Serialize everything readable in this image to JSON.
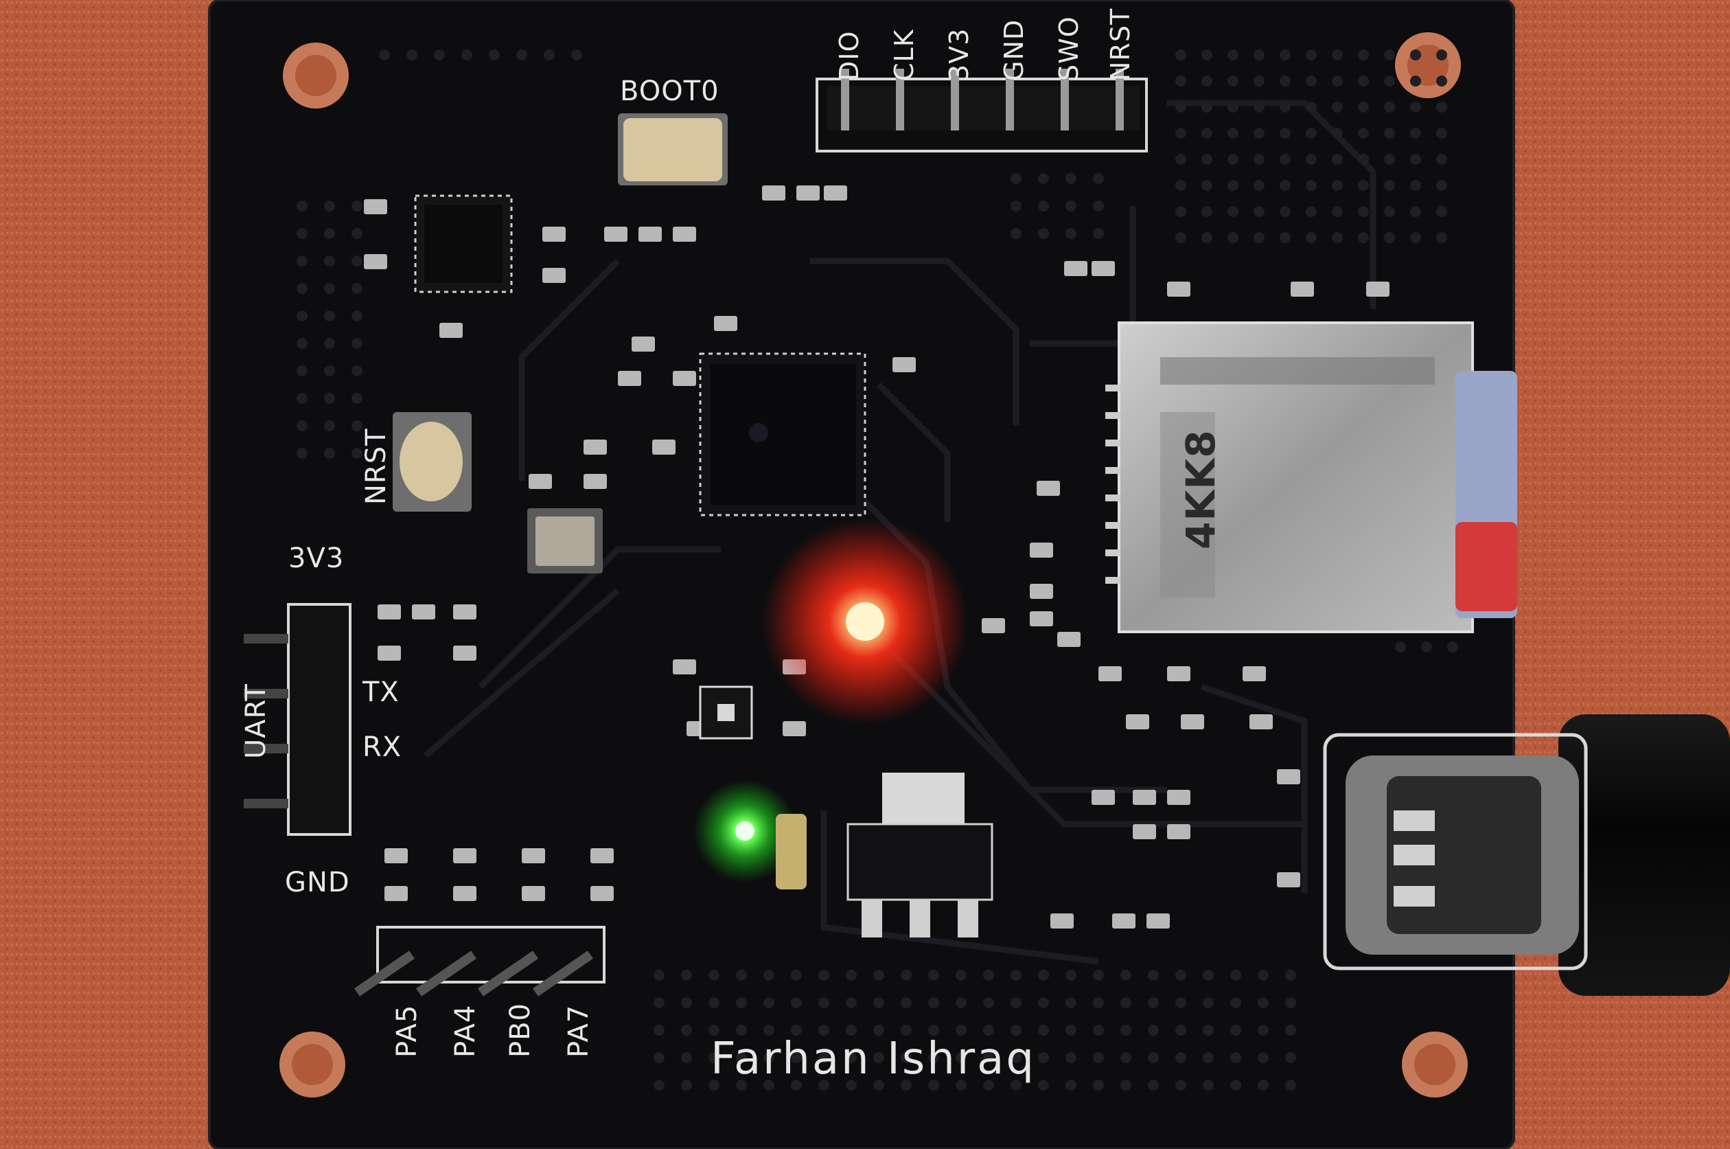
{
  "board": {
    "signature": "Farhan Ishraq",
    "silkscreen": {
      "boot0": "BOOT0",
      "nrst_button": "NRST",
      "swd_pins": [
        "DIO",
        "CLK",
        "3V3",
        "GND",
        "SWO",
        "NRST"
      ],
      "uart_header": "UART",
      "uart_pins": [
        "3V3",
        "TX",
        "RX",
        "GND"
      ],
      "gpio_pins": [
        "PA5",
        "PA4",
        "PB0",
        "PA7"
      ],
      "sd_card_marking": "4KK8"
    }
  },
  "colors": {
    "background_felt": "#b85a3c",
    "pcb_soldermask": "#0d0d0f",
    "silkscreen": "#e8e8e8",
    "led_red": "#ff2a1a",
    "led_green": "#3cff3c"
  },
  "icons": {
    "sd_card": "sd-card-slot-icon",
    "usb_c": "usb-c-port-icon"
  }
}
